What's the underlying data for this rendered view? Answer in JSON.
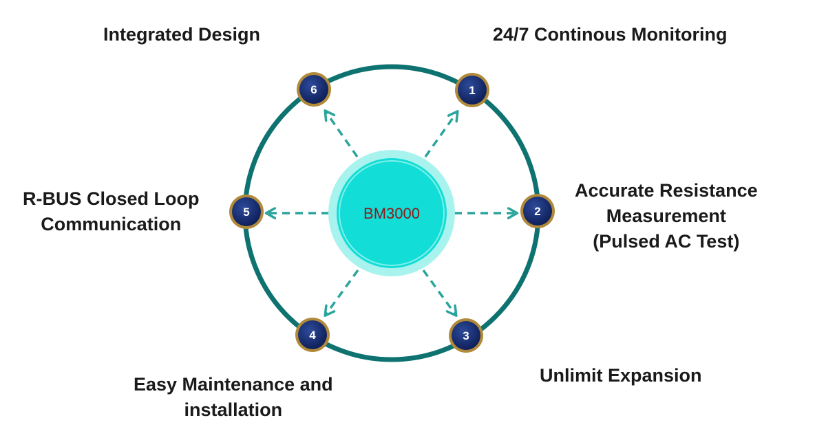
{
  "diagram": {
    "center_label": "BM3000",
    "nodes": [
      {
        "number": "1",
        "label_lines": [
          "24/7 Continous Monitoring"
        ]
      },
      {
        "number": "2",
        "label_lines": [
          "Accurate Resistance",
          "Measurement",
          "(Pulsed AC Test)"
        ]
      },
      {
        "number": "3",
        "label_lines": [
          "Unlimit Expansion"
        ]
      },
      {
        "number": "4",
        "label_lines": [
          "Easy Maintenance and",
          "installation"
        ]
      },
      {
        "number": "5",
        "label_lines": [
          "R-BUS Closed Loop",
          "Communication"
        ]
      },
      {
        "number": "6",
        "label_lines": [
          "Integrated Design"
        ]
      }
    ]
  },
  "colors": {
    "ring": "#0e7370",
    "arrow": "#2aa59c",
    "hub_outer": "#a9f3ef",
    "hub_inner": "#12ddd6",
    "hub_text": "#8b1a1a",
    "node_fill": "#152a6b",
    "node_border": "#b08a3a",
    "node_text": "#ffffff",
    "label_text": "#1a1a1a"
  }
}
